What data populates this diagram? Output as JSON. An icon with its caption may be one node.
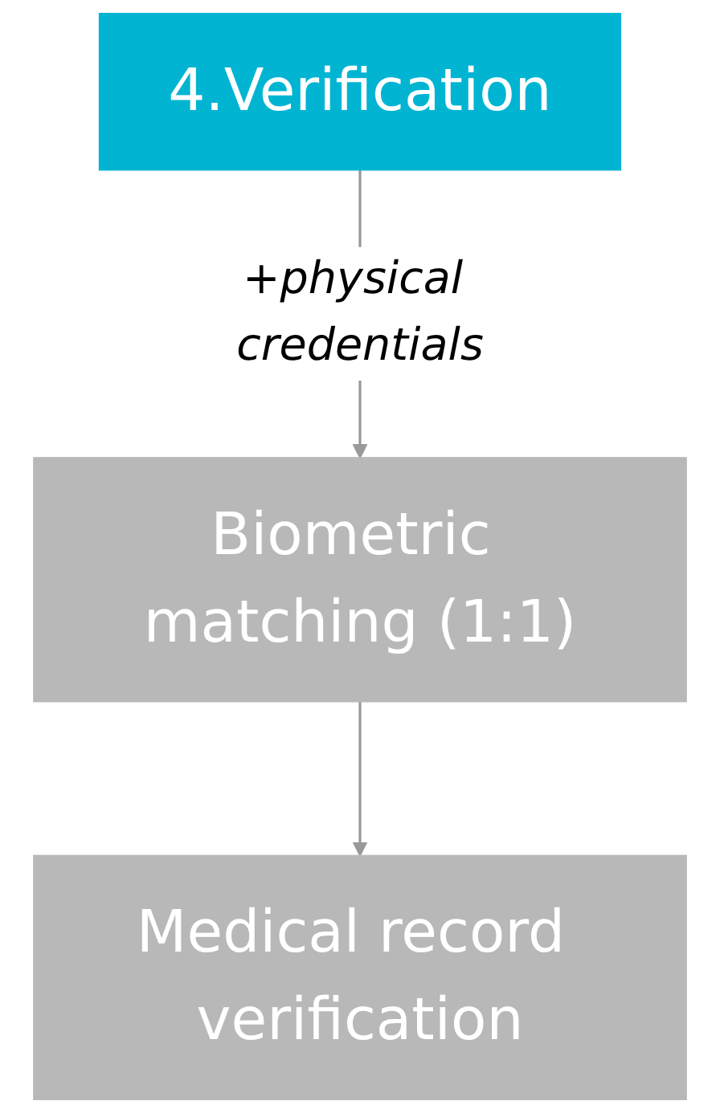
{
  "diagram": {
    "nodes": [
      {
        "text": [
          "4.Verification"
        ]
      },
      {
        "text": [
          "Biometric matching (1:1)"
        ]
      },
      {
        "text": [
          "Medical record verification"
        ]
      }
    ],
    "edges": [
      {
        "from": 0,
        "to": 1,
        "arrow": "to",
        "label": "+physical credentials"
      },
      {
        "from": 1,
        "to": 2,
        "arrow": "to"
      }
    ]
  }
}
